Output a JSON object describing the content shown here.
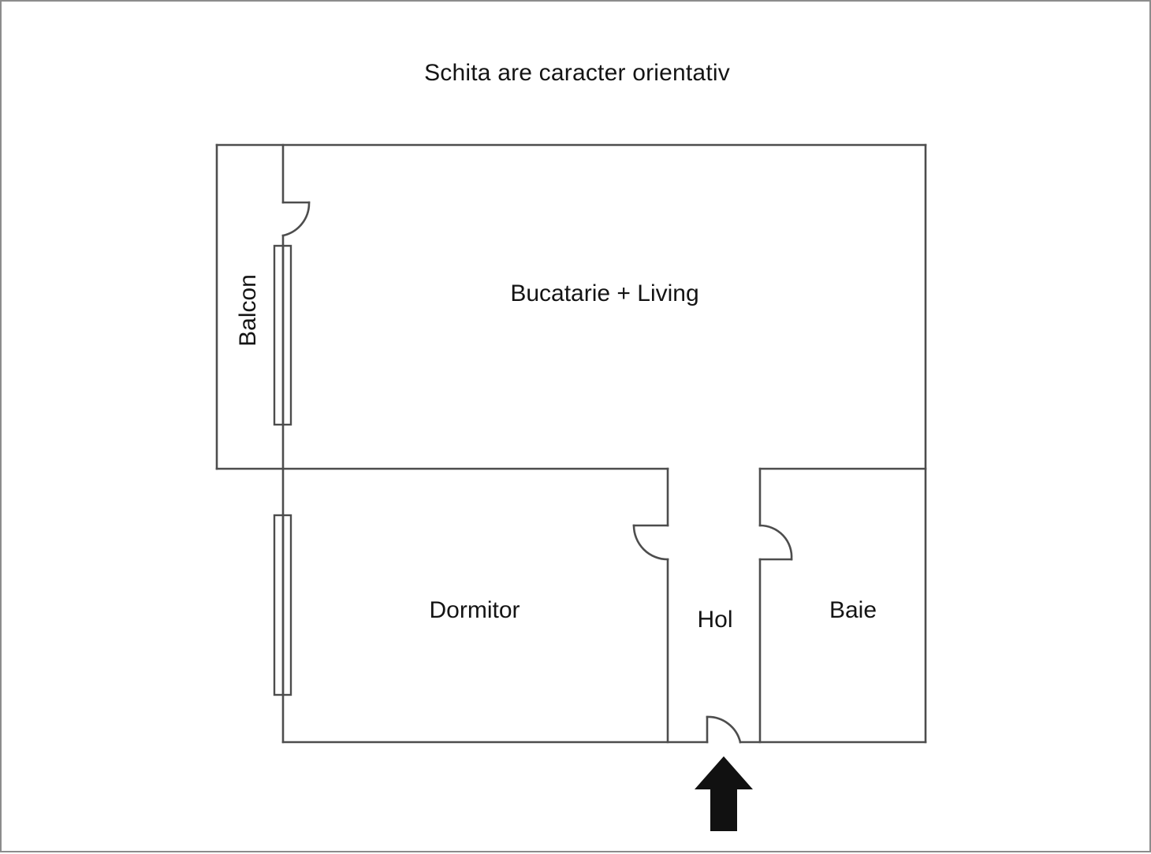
{
  "page": {
    "title": "Schita are caracter orientativ",
    "background_color": "#ffffff",
    "border_color": "#8c8c8c",
    "line_color": "#4d4d4d",
    "text_color": "#141414",
    "arrow_color": "#111111"
  },
  "floorplan": {
    "rooms": [
      {
        "id": "bucatarie-living",
        "label": "Bucatarie + Living",
        "orientation": "horizontal"
      },
      {
        "id": "balcon",
        "label": "Balcon",
        "orientation": "vertical"
      },
      {
        "id": "dormitor",
        "label": "Dormitor",
        "orientation": "horizontal"
      },
      {
        "id": "hol",
        "label": "Hol",
        "orientation": "horizontal"
      },
      {
        "id": "baie",
        "label": "Baie",
        "orientation": "horizontal"
      }
    ],
    "features": [
      {
        "id": "balcon-door",
        "type": "door",
        "swing": "down-left"
      },
      {
        "id": "balcon-window",
        "type": "window"
      },
      {
        "id": "dormitor-window",
        "type": "window"
      },
      {
        "id": "dormitor-door",
        "type": "door",
        "swing": "down-right"
      },
      {
        "id": "baie-door",
        "type": "door",
        "swing": "down-left"
      },
      {
        "id": "entrance-door",
        "type": "door",
        "swing": "up-right"
      },
      {
        "id": "entrance-arrow",
        "type": "arrow",
        "direction": "up"
      }
    ]
  }
}
